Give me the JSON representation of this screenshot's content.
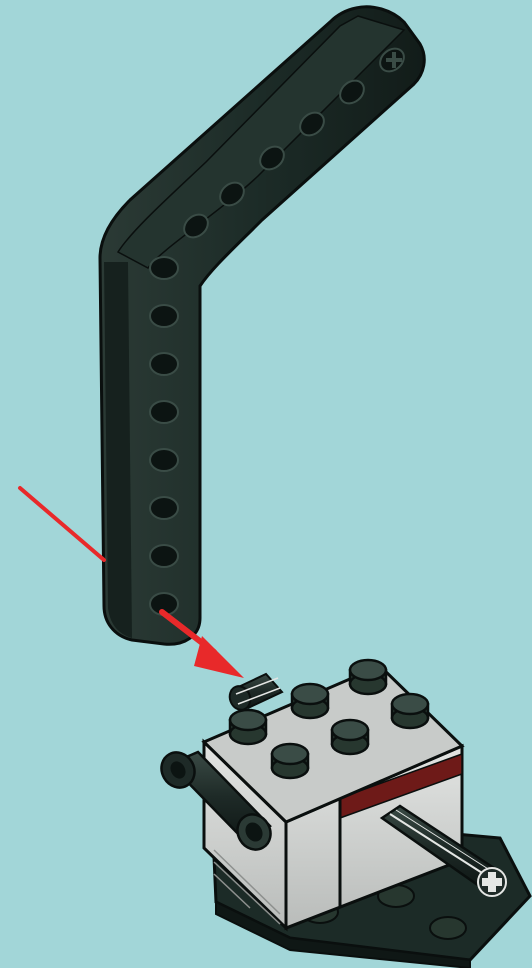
{
  "scene": {
    "background_color": "#a2d6d8",
    "part_color": "#1c2b27",
    "part_highlight_color": "#3a4c46",
    "axle_color": "#1e2a27",
    "brick_top_color": "#c8cbc9",
    "brick_side_color": "#d9dbd9",
    "stripe_color": "#6e1a18",
    "arrow_color": "#e8292a",
    "outline_color": "#0a0f0e"
  },
  "components": [
    {
      "name": "bent-liftarm",
      "shape": "liftarm-icon"
    },
    {
      "name": "axle-pin",
      "shape": "axle-icon"
    },
    {
      "name": "technic-brick-2x3",
      "shape": "brick-icon"
    },
    {
      "name": "connector-peg",
      "shape": "peg-icon"
    },
    {
      "name": "wedge-plate",
      "shape": "plate-icon"
    },
    {
      "name": "axle",
      "shape": "axle-icon"
    }
  ],
  "callouts": [
    {
      "name": "assembly-arrow",
      "shape": "arrow-icon",
      "color": "#e8292a"
    },
    {
      "name": "pointer-line",
      "shape": "line-icon",
      "color": "#e8292a"
    }
  ]
}
